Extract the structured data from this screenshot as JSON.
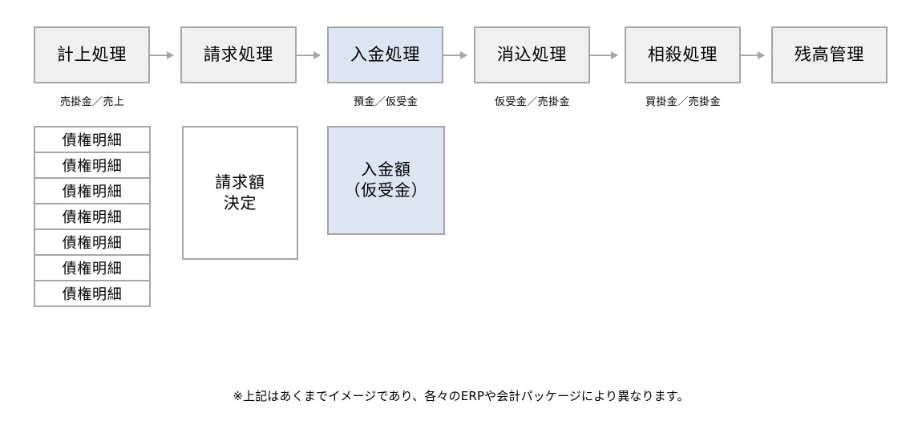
{
  "diagram": {
    "process_flow": {
      "nodes": [
        {
          "label": "計上処理",
          "fill": "#f0f0f0",
          "caption": "売掛金／売上"
        },
        {
          "label": "請求処理",
          "fill": "#f0f0f0",
          "caption": ""
        },
        {
          "label": "入金処理",
          "fill": "#dce6f2",
          "caption": "預金／仮受金"
        },
        {
          "label": "消込処理",
          "fill": "#f0f0f0",
          "caption": "仮受金／売掛金"
        },
        {
          "label": "相殺処理",
          "fill": "#f0f0f0",
          "caption": "買掛金／売掛金"
        },
        {
          "label": "残高管理",
          "fill": "#f0f0f0",
          "caption": ""
        }
      ],
      "connector": "arrow-right-icon"
    },
    "detail_list": {
      "rows": [
        {
          "label": "債権明細"
        },
        {
          "label": "債権明細"
        },
        {
          "label": "債権明細"
        },
        {
          "label": "債権明細"
        },
        {
          "label": "債権明細"
        },
        {
          "label": "債権明細"
        },
        {
          "label": "債権明細"
        }
      ]
    },
    "invoice_box": {
      "line1": "請求額",
      "line2": "決定",
      "fill": "#ffffff"
    },
    "receipt_box": {
      "line1": "入金額",
      "line2": "（仮受金）",
      "fill": "#dce6f2"
    },
    "footnote": "※上記はあくまでイメージであり、各々のERPや会計パッケージにより異なります。",
    "colors": {
      "border": "#a6a6a6",
      "fill_gray": "#f0f0f0",
      "fill_blue": "#dce6f2",
      "fill_white": "#ffffff",
      "arrow": "#a6a6a6",
      "text": "#000000"
    }
  }
}
